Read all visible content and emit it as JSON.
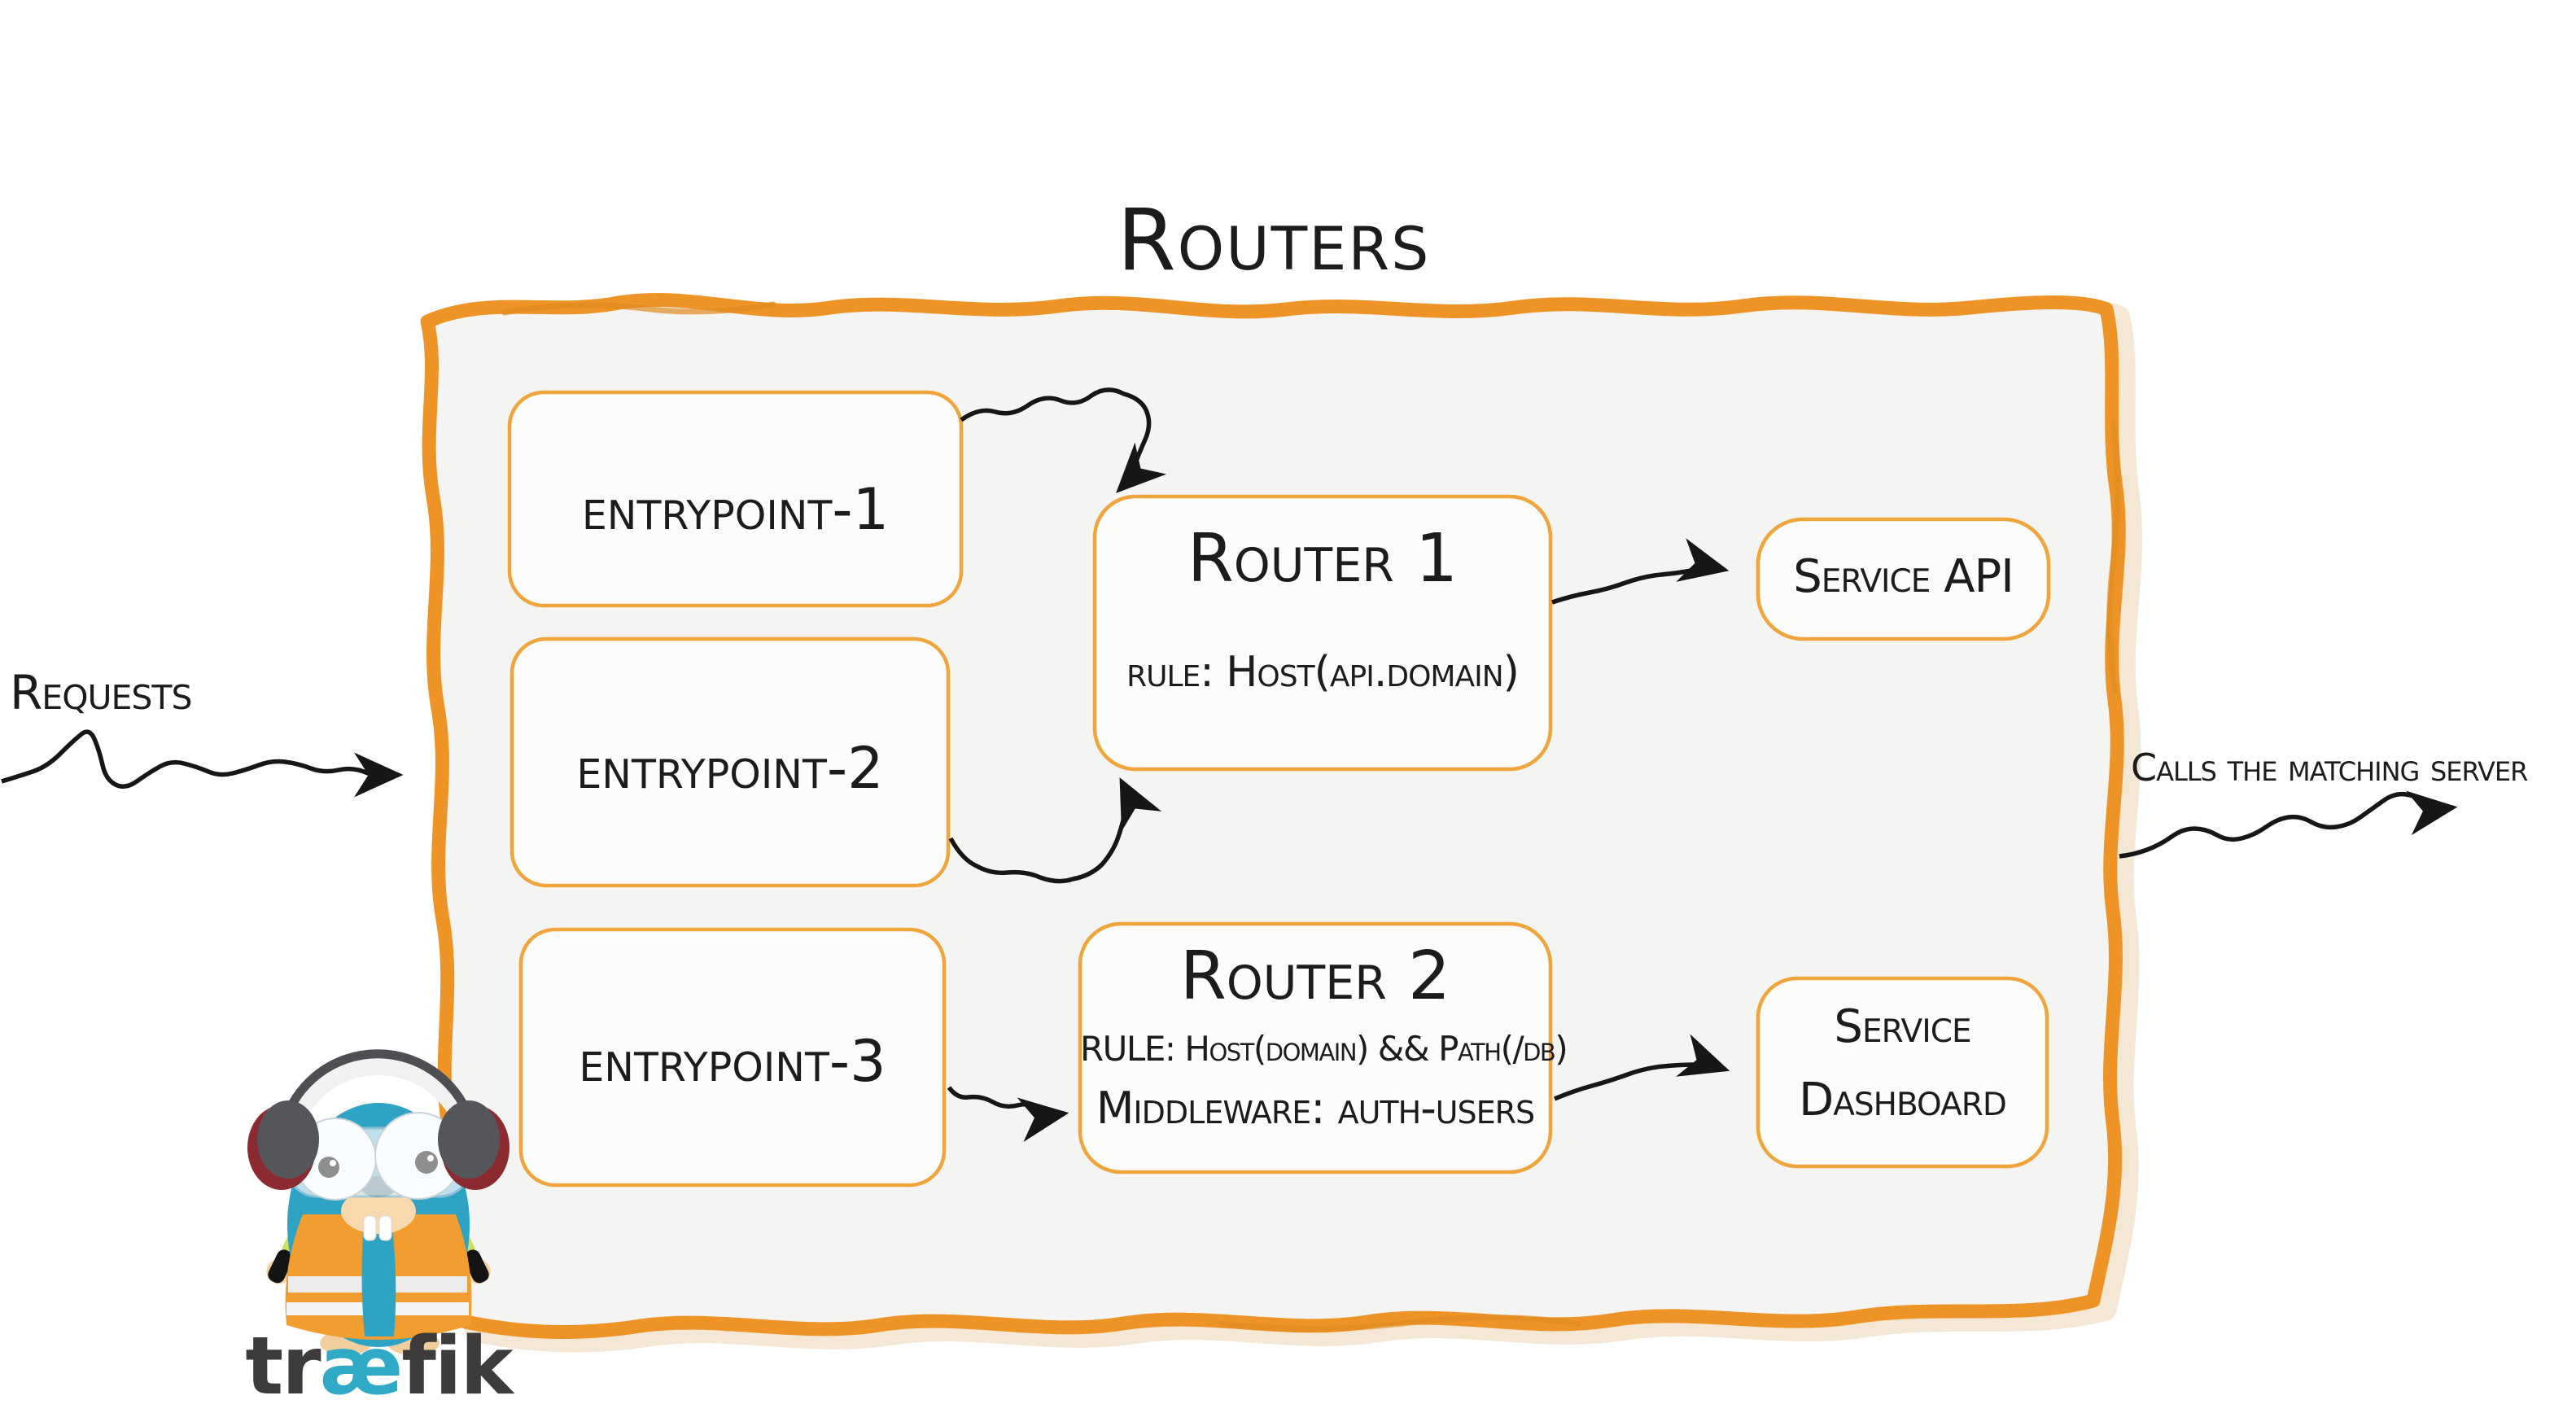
{
  "diagram": {
    "title": "Routers",
    "entrypoints": [
      {
        "label": "entrypoint-1"
      },
      {
        "label": "entrypoint-2"
      },
      {
        "label": "entrypoint-3"
      }
    ],
    "routers": [
      {
        "title": "Router 1",
        "rule": "rule: Host(api.domain)"
      },
      {
        "title": "Router 2",
        "rule": "RULE: Host(domain) && Path(/db)",
        "middleware": "Middleware: auth-users"
      }
    ],
    "services": [
      {
        "label": "Service API"
      },
      {
        "line1": "Service",
        "line2": "Dashboard"
      }
    ],
    "inbound_label": "Requests",
    "outbound_label": "Calls the matching server",
    "brand": {
      "wordmark_prefix": "tr",
      "wordmark_ligature": "æ",
      "wordmark_suffix": "fik",
      "mascot": "traefik-gopher"
    },
    "colors": {
      "accent_orange": "#EE9427",
      "box_stroke": "#F0A43C",
      "panel_fill": "#F4F4F3",
      "ink": "#1C1C1C",
      "teal": "#2FA3C4",
      "wordmark_gray": "#3D3C3B",
      "wordmark_teal": "#2FA9C5",
      "baton_green": "#CFE05F",
      "shadow_tan": "#E7C9A1"
    }
  }
}
